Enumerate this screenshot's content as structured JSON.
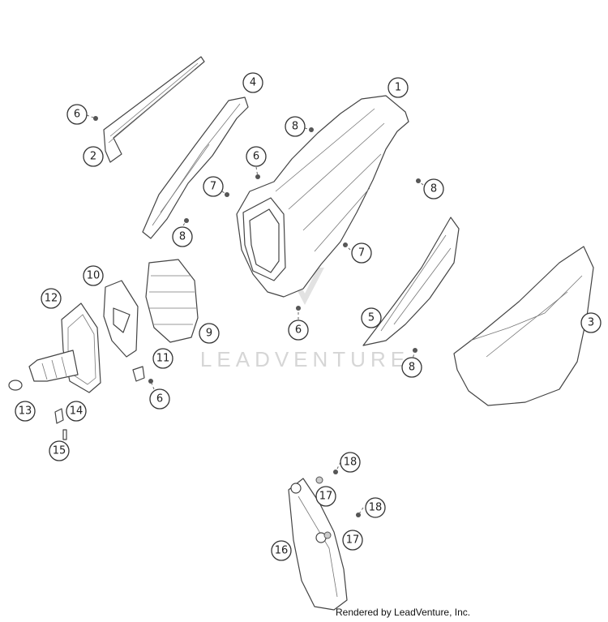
{
  "watermark": "LEADVENTURE",
  "credit": "Rendered by LeadVenture, Inc.",
  "callouts": {
    "c1": "1",
    "c2": "2",
    "c3": "3",
    "c4": "4",
    "c5": "5",
    "c6a": "6",
    "c6b": "6",
    "c6c": "6",
    "c6d": "6",
    "c7a": "7",
    "c7b": "7",
    "c8a": "8",
    "c8b": "8",
    "c8c": "8",
    "c8d": "8",
    "c9": "9",
    "c10": "10",
    "c11": "11",
    "c12": "12",
    "c13": "13",
    "c14": "14",
    "c15": "15",
    "c16": "16",
    "c17a": "17",
    "c17b": "17",
    "c18a": "18",
    "c18b": "18"
  }
}
